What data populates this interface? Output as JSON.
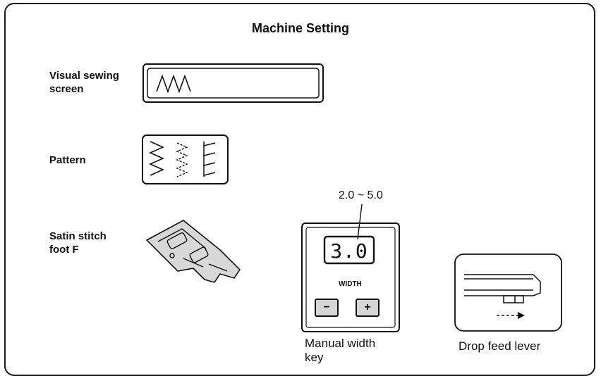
{
  "title": "Machine Setting",
  "labels": {
    "visual_sewing_screen_line1": "Visual sewing",
    "visual_sewing_screen_line2": "screen",
    "pattern": "Pattern",
    "satin_foot_line1": "Satin stitch",
    "satin_foot_line2": "foot F"
  },
  "width_panel": {
    "range": "2.0 ~ 5.0",
    "display_value": "3.0",
    "width_label": "WIDTH",
    "minus": "−",
    "plus": "+",
    "caption_line1": "Manual width",
    "caption_line2": "key"
  },
  "drop_feed": {
    "caption": "Drop feed lever"
  }
}
